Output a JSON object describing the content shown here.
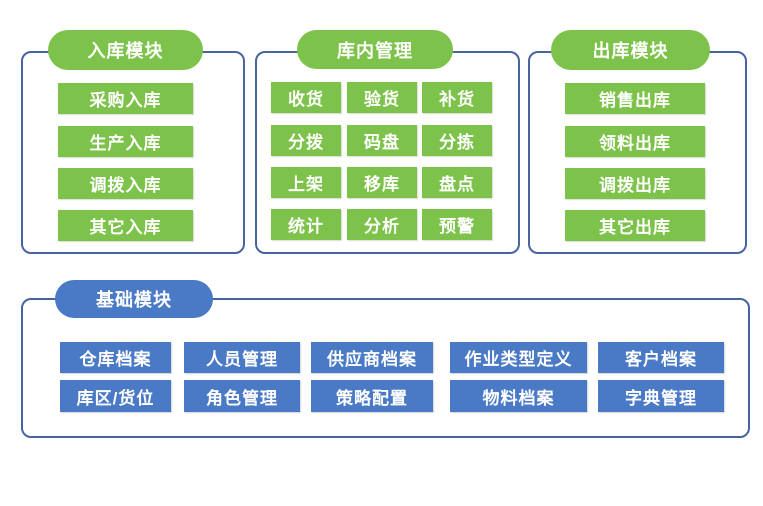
{
  "colors": {
    "node_green": "#7DC24A",
    "node_blue": "#4A7AC6",
    "panel_border": "#47649E",
    "node_text": "#FFFFFF",
    "background": "#FFFFFF"
  },
  "modules": {
    "inbound": {
      "title": "入库模块",
      "items": [
        "采购入库",
        "生产入库",
        "调拨入库",
        "其它入库"
      ]
    },
    "warehouse": {
      "title": "库内管理",
      "items": [
        "收货",
        "验货",
        "补货",
        "分拨",
        "码盘",
        "分拣",
        "上架",
        "移库",
        "盘点",
        "统计",
        "分析",
        "预警"
      ]
    },
    "outbound": {
      "title": "出库模块",
      "items": [
        "销售出库",
        "领料出库",
        "调拨出库",
        "其它出库"
      ]
    },
    "base": {
      "title": "基础模块",
      "rows": [
        [
          "仓库档案",
          "人员管理",
          "供应商档案",
          "作业类型定义",
          "客户档案"
        ],
        [
          "库区/货位",
          "角色管理",
          "策略配置",
          "物料档案",
          "字典管理"
        ]
      ]
    }
  }
}
